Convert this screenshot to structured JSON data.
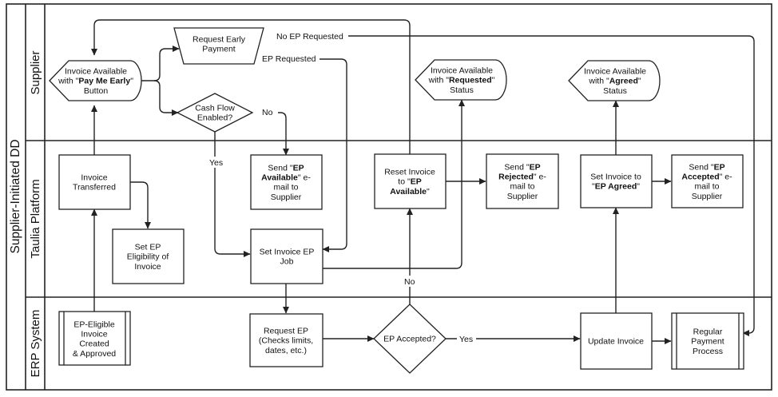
{
  "title": "Supplier-Initiated DD",
  "lanes": {
    "supplier": "Supplier",
    "platform": "Taulia Platform",
    "erp": "ERP System"
  },
  "nodes": {
    "invoice_pay_me_early": [
      [
        {
          "t": "Invoice Available"
        }
      ],
      [
        {
          "t": "with \""
        },
        {
          "t": "Pay Me Early",
          "b": true
        },
        {
          "t": "\""
        }
      ],
      [
        {
          "t": "Button"
        }
      ]
    ],
    "request_early_payment": [
      [
        {
          "t": "Request Early"
        }
      ],
      [
        {
          "t": "Payment"
        }
      ]
    ],
    "cash_flow_enabled": [
      [
        {
          "t": "Cash Flow"
        }
      ],
      [
        {
          "t": "Enabled?"
        }
      ]
    ],
    "invoice_requested_status": [
      [
        {
          "t": "Invoice Available"
        }
      ],
      [
        {
          "t": "with \""
        },
        {
          "t": "Requested",
          "b": true
        },
        {
          "t": "\""
        }
      ],
      [
        {
          "t": "Status"
        }
      ]
    ],
    "invoice_agreed_status": [
      [
        {
          "t": "Invoice Available"
        }
      ],
      [
        {
          "t": "with \""
        },
        {
          "t": "Agreed",
          "b": true
        },
        {
          "t": "\""
        }
      ],
      [
        {
          "t": "Status"
        }
      ]
    ],
    "invoice_transferred": [
      [
        {
          "t": "Invoice"
        }
      ],
      [
        {
          "t": "Transferred"
        }
      ]
    ],
    "set_ep_eligibility": [
      [
        {
          "t": "Set EP"
        }
      ],
      [
        {
          "t": "Eligibility of"
        }
      ],
      [
        {
          "t": "Invoice"
        }
      ]
    ],
    "send_ep_available": [
      [
        {
          "t": "Send \""
        },
        {
          "t": "EP",
          "b": true
        }
      ],
      [
        {
          "t": "Available",
          "b": true
        },
        {
          "t": "\" e-"
        }
      ],
      [
        {
          "t": "mail to"
        }
      ],
      [
        {
          "t": "Supplier"
        }
      ]
    ],
    "set_invoice_ep_job": [
      [
        {
          "t": "Set Invoice EP"
        }
      ],
      [
        {
          "t": "Job"
        }
      ]
    ],
    "reset_invoice": [
      [
        {
          "t": "Reset Invoice"
        }
      ],
      [
        {
          "t": "to \""
        },
        {
          "t": "EP",
          "b": true
        }
      ],
      [
        {
          "t": "Available",
          "b": true
        },
        {
          "t": "\""
        }
      ]
    ],
    "send_ep_rejected": [
      [
        {
          "t": "Send \""
        },
        {
          "t": "EP",
          "b": true
        }
      ],
      [
        {
          "t": "Rejected",
          "b": true
        },
        {
          "t": "\" e-"
        }
      ],
      [
        {
          "t": "mail to"
        }
      ],
      [
        {
          "t": "Supplier"
        }
      ]
    ],
    "set_invoice_agreed": [
      [
        {
          "t": "Set Invoice to"
        }
      ],
      [
        {
          "t": "\""
        },
        {
          "t": "EP Agreed",
          "b": true
        },
        {
          "t": "\""
        }
      ]
    ],
    "send_ep_accepted": [
      [
        {
          "t": "Send \""
        },
        {
          "t": "EP",
          "b": true
        }
      ],
      [
        {
          "t": "Accepted",
          "b": true
        },
        {
          "t": "\" e-"
        }
      ],
      [
        {
          "t": "mail to"
        }
      ],
      [
        {
          "t": "Supplier"
        }
      ]
    ],
    "ep_eligible_invoice": [
      [
        {
          "t": "EP-Eligible"
        }
      ],
      [
        {
          "t": "Invoice"
        }
      ],
      [
        {
          "t": "Created"
        }
      ],
      [
        {
          "t": "& Approved"
        }
      ]
    ],
    "request_ep": [
      [
        {
          "t": "Request EP"
        }
      ],
      [
        {
          "t": "(Checks limits,"
        }
      ],
      [
        {
          "t": "dates, etc.)"
        }
      ]
    ],
    "ep_accepted": [
      [
        {
          "t": "EP Accepted?"
        }
      ]
    ],
    "update_invoice": [
      [
        {
          "t": "Update Invoice"
        }
      ]
    ],
    "regular_payment": [
      [
        {
          "t": "Regular"
        }
      ],
      [
        {
          "t": "Payment"
        }
      ],
      [
        {
          "t": "Process"
        }
      ]
    ]
  },
  "edge_labels": {
    "no_ep_requested": "No EP Requested",
    "ep_requested": "EP Requested",
    "no_cash": "No",
    "yes_cash": "Yes",
    "no_accepted": "No",
    "yes_accepted": "Yes"
  }
}
